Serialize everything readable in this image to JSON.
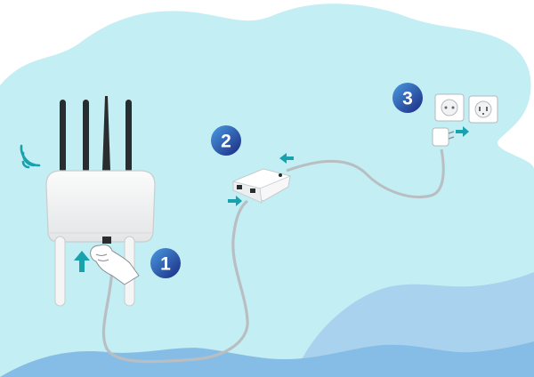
{
  "colors": {
    "sky_blob": "#c2eef4",
    "wave_light": "#a9d2ee",
    "wave_dark": "#86bde6",
    "badge_start": "#3d8ad0",
    "badge_end": "#1b2a82",
    "arrow_teal": "#17a2ae",
    "cable": "#b9bec2",
    "device_body": "#f3f3f3",
    "antenna": "#2a2d2f"
  },
  "steps": [
    {
      "number": "1",
      "description_icon": "hand-plug-cable-icon"
    },
    {
      "number": "2",
      "description_icon": "poe-injector-icon"
    },
    {
      "number": "3",
      "description_icon": "power-adapter-outlet-icon"
    }
  ],
  "icons": [
    "wifi-signal-icon",
    "router-device-icon",
    "poe-injector-icon",
    "power-adapter-icon",
    "wall-outlet-icon",
    "up-arrow-icon",
    "left-arrow-icon",
    "right-arrow-icon"
  ]
}
